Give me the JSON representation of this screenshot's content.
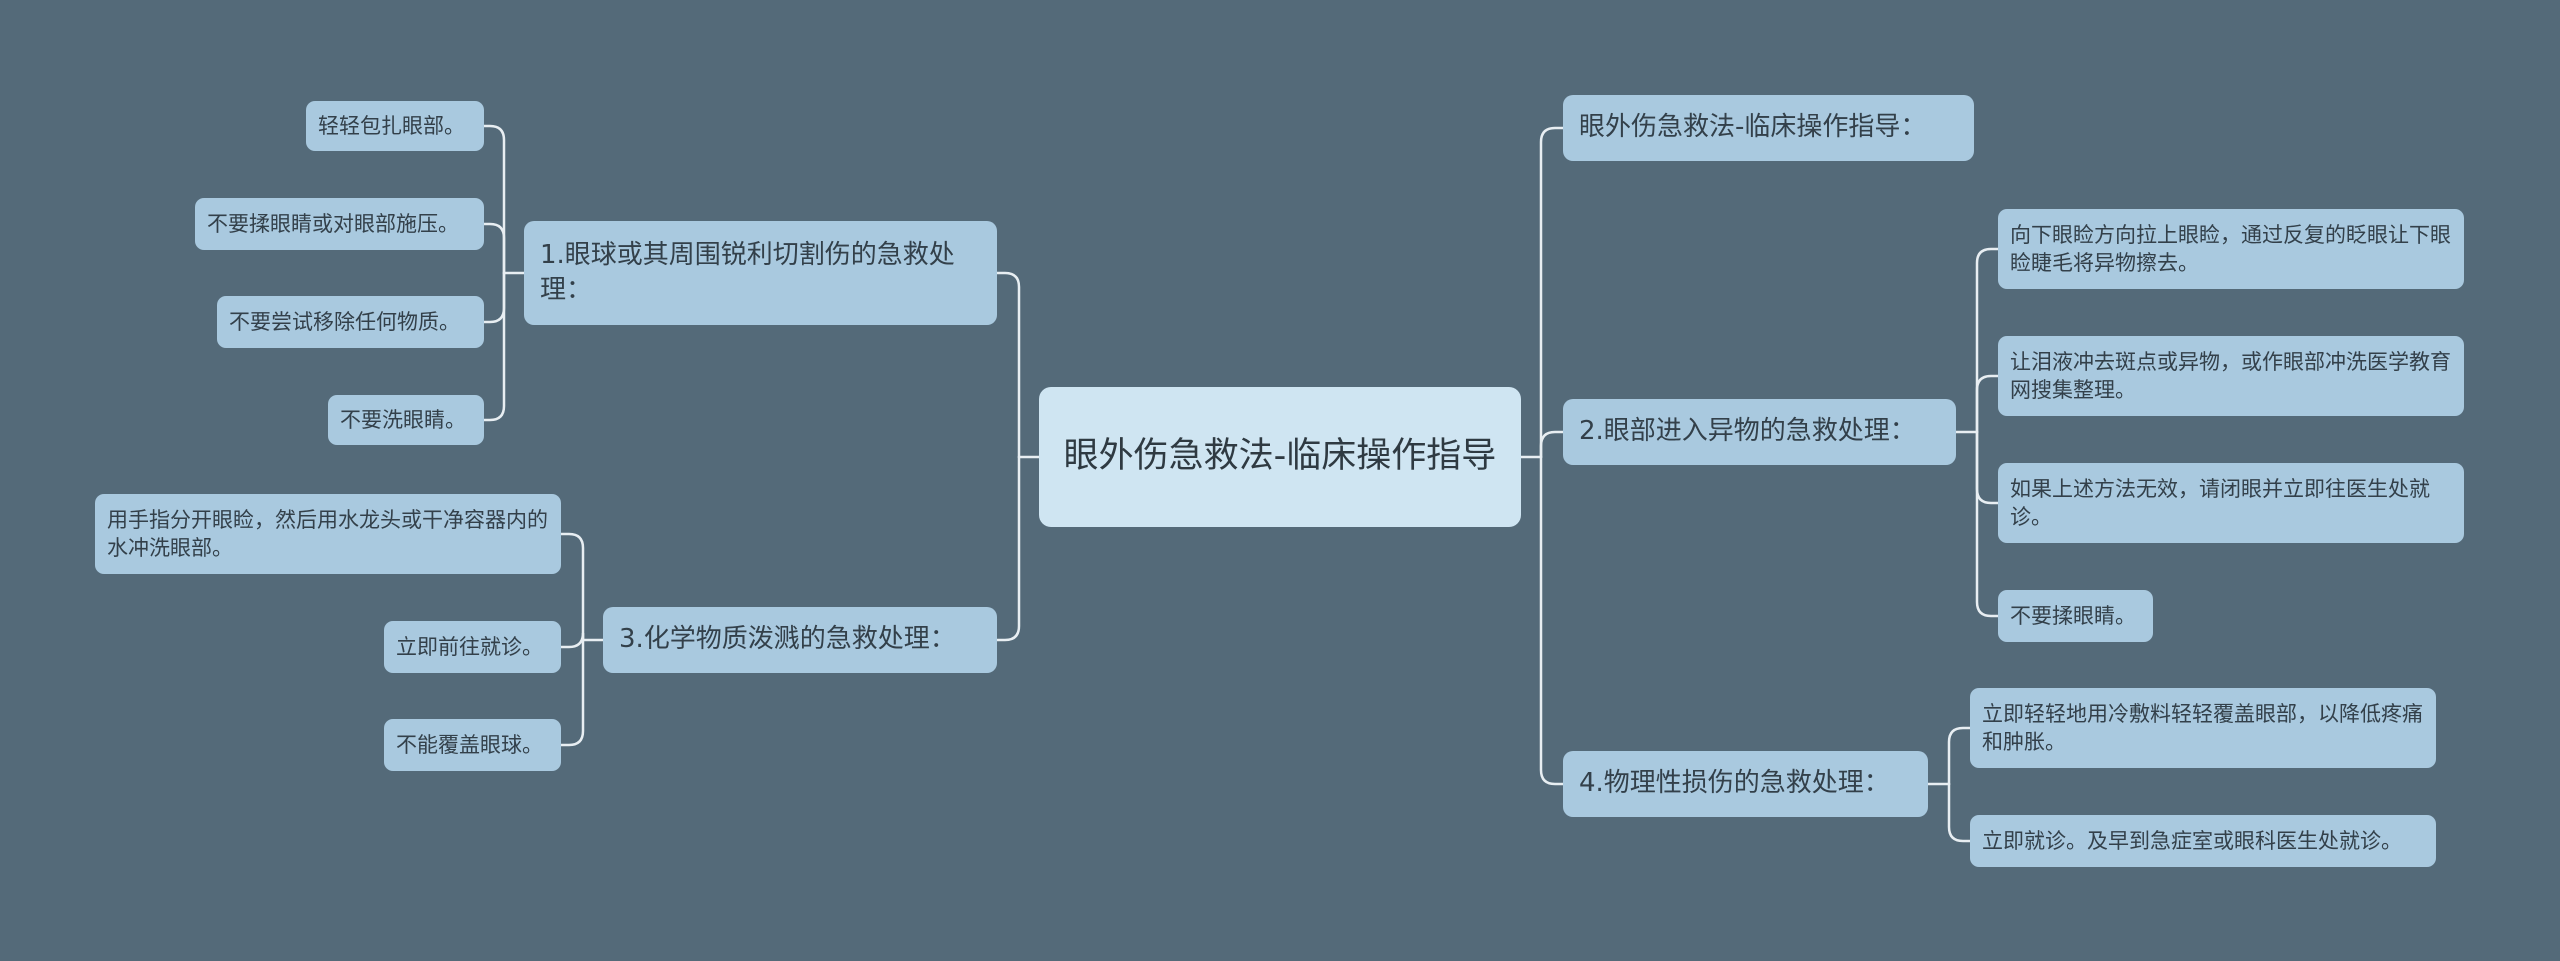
{
  "mindmap": {
    "root": "眼外伤急救法-临床操作指导",
    "branches": [
      {
        "label": "眼外伤急救法-临床操作指导：",
        "leaves": []
      },
      {
        "label": "1.眼球或其周围锐利切割伤的急救处理：",
        "leaves": [
          "轻轻包扎眼部。",
          "不要揉眼睛或对眼部施压。",
          "不要尝试移除任何物质。",
          "不要洗眼睛。"
        ]
      },
      {
        "label": "2.眼部进入异物的急救处理：",
        "leaves": [
          "向下眼睑方向拉上眼睑，通过反复的眨眼让下眼睑睫毛将异物擦去。",
          "让泪液冲去斑点或异物，或作眼部冲洗医学教育 网搜集整理。",
          "如果上述方法无效，请闭眼并立即往医生处就诊。",
          "不要揉眼睛。"
        ]
      },
      {
        "label": "3.化学物质泼溅的急救处理：",
        "leaves": [
          "用手指分开眼睑，然后用水龙头或干净容器内的水冲洗眼部。",
          "立即前往就诊。",
          "不能覆盖眼球。"
        ]
      },
      {
        "label": "4.物理性损伤的急救处理：",
        "leaves": [
          "立即轻轻地用冷敷料轻轻覆盖眼部，以降低疼痛和肿胀。",
          "立即就诊。及早到急症室或眼科医生处就诊。"
        ]
      }
    ]
  },
  "colors": {
    "background": "#546a79",
    "root_fill": "#cfe5f2",
    "node_fill": "#a9c9df",
    "connector": "#e8eef2",
    "text": "#33404a"
  }
}
